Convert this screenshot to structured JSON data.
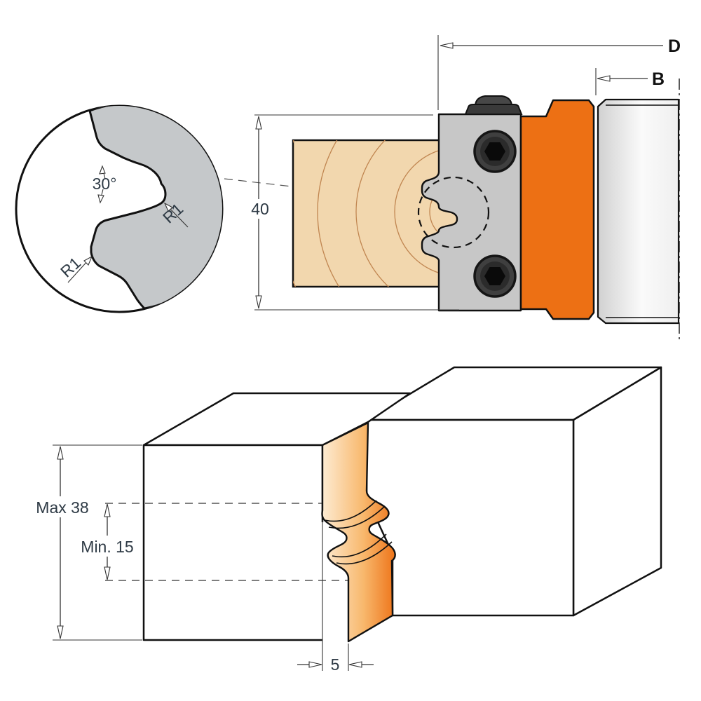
{
  "figure": {
    "title_hint": "profiled glue-joint cutter head technical drawing",
    "detail_view": {
      "angle_label": "30°",
      "radius_label_top": "R1",
      "radius_label_bottom": "R1"
    },
    "section_view": {
      "height_dim": "40",
      "diameter_dim": "D",
      "bore_dim": "B"
    },
    "workpiece_view": {
      "max_dim": "Max 38",
      "min_dim": "Min. 15",
      "offset_dim": "5"
    },
    "colors": {
      "cutter_orange": "#ED7014",
      "machined_face_light": "#FDEBD2",
      "wood_tan": "#F2D7AE",
      "wood_grain": "#C08550",
      "steel_gray": "#C7C7C7",
      "profile_gray": "#C5C8CA",
      "screw_dark": "#3F3F3F",
      "dim_text": "#2E3A45",
      "line_black": "#111111"
    }
  }
}
